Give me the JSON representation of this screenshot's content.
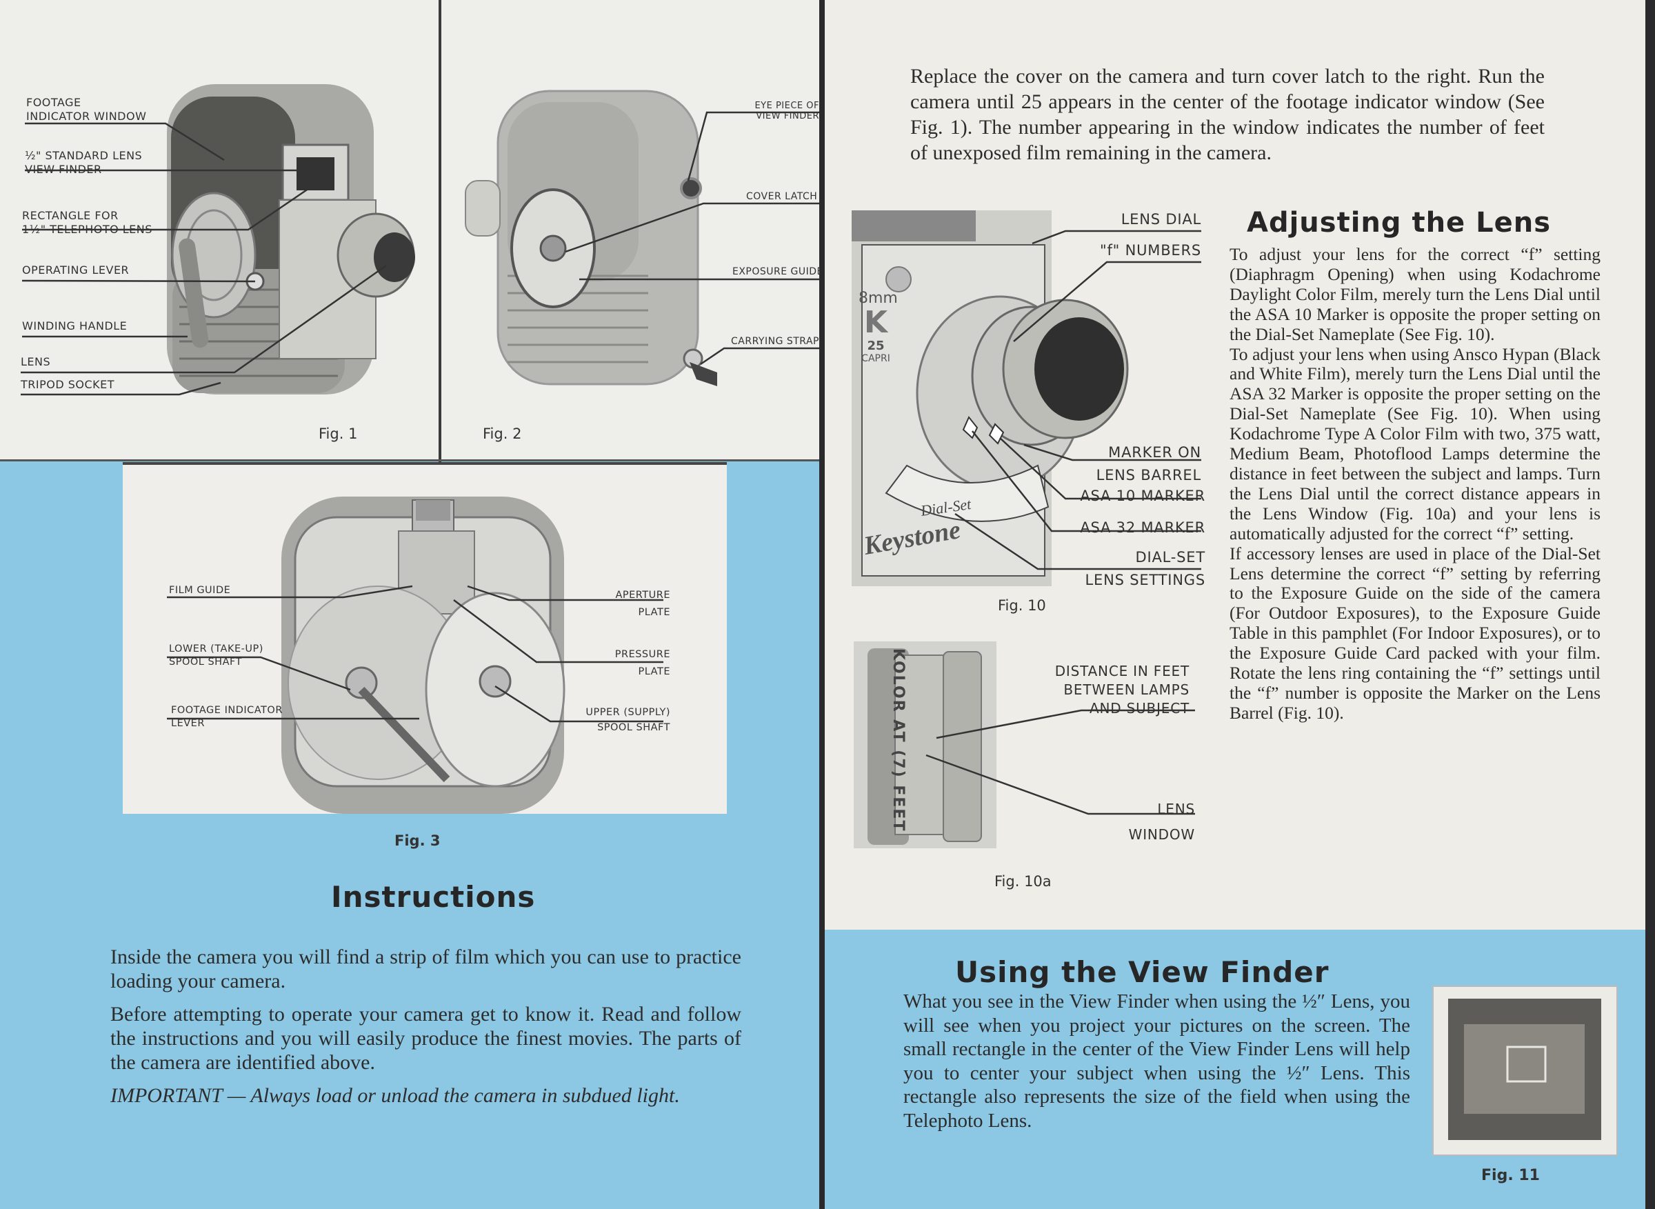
{
  "left_page": {
    "fig1": {
      "caption": "Fig. 1",
      "labels": [
        [
          "FOOTAGE",
          "INDICATOR WINDOW"
        ],
        [
          "½\" STANDARD LENS",
          "VIEW FINDER"
        ],
        [
          "RECTANGLE FOR",
          "1½\" TELEPHOTO LENS"
        ],
        [
          "OPERATING LEVER"
        ],
        [
          "WINDING HANDLE"
        ],
        [
          "LENS"
        ],
        [
          "TRIPOD SOCKET"
        ]
      ]
    },
    "fig2": {
      "caption": "Fig. 2",
      "labels": [
        [
          "EYE PIECE OF",
          "VIEW FINDER"
        ],
        [
          "COVER LATCH"
        ],
        [
          "EXPOSURE GUIDE"
        ],
        [
          "CARRYING STRAP"
        ]
      ]
    },
    "fig3": {
      "caption": "Fig. 3",
      "labels_left": [
        [
          "FILM GUIDE"
        ],
        [
          "LOWER (TAKE-UP)",
          "SPOOL SHAFT"
        ],
        [
          "FOOTAGE INDICATOR",
          "LEVER"
        ]
      ],
      "labels_right": [
        [
          "APERTURE",
          "PLATE"
        ],
        [
          "PRESSURE",
          "PLATE"
        ],
        [
          "UPPER (SUPPLY)",
          "SPOOL SHAFT"
        ]
      ]
    },
    "instructions": {
      "heading": "Instructions",
      "paragraphs": [
        "Inside the camera you will find a strip of film which you can use to practice loading your camera.",
        "Before attempting to operate your camera get to know it. Read and follow the instructions and you will easily produce the finest movies. The parts of the camera are identified above.",
        "IMPORTANT — Always load or unload the camera in subdued light."
      ]
    }
  },
  "right_page": {
    "intro": "Replace the cover on the camera and turn cover latch to the right. Run the camera until 25 appears in the center of the footage indicator window (See Fig. 1). The number appearing in the window indicates the number of feet of unexposed film remaining in the camera.",
    "fig10": {
      "caption": "Fig. 10",
      "plate_text": [
        "8mm",
        "K",
        "25",
        "CAPRI"
      ],
      "brand": "Keystone",
      "dial_set": "Dial-Set",
      "labels": [
        [
          "LENS DIAL"
        ],
        [
          "\"f\" NUMBERS"
        ],
        [
          "MARKER ON",
          "LENS BARREL"
        ],
        [
          "ASA 10 MARKER"
        ],
        [
          "ASA 32 MARKER"
        ],
        [
          "DIAL-SET",
          "LENS SETTINGS"
        ]
      ]
    },
    "fig10a": {
      "caption": "Fig. 10a",
      "lens_text": "KOLOR AT (7) FEET",
      "labels": [
        [
          "DISTANCE IN FEET",
          "BETWEEN LAMPS",
          "AND SUBJECT"
        ],
        [
          "LENS",
          "WINDOW"
        ]
      ]
    },
    "adjusting": {
      "heading": "Adjusting the Lens",
      "paragraphs": [
        "To adjust your lens for the correct “f” setting (Diaphragm Opening) when using Kodachrome Daylight Color Film, merely turn the Lens Dial until the ASA 10 Marker is opposite the proper setting on the Dial-Set Nameplate (See Fig. 10).",
        "To adjust your lens when using Ansco Hypan (Black and White Film), merely turn the Lens Dial until the ASA 32 Marker is opposite the proper setting on the Dial-Set Nameplate (See Fig. 10). When using Kodachrome Type A Color Film with two, 375 watt, Medium Beam, Photoflood Lamps determine the distance in feet between the subject and lamps. Turn the Lens Dial until the correct distance appears in the Lens Window (Fig. 10a) and your lens is automatically adjusted for the correct “f” setting.",
        "If accessory lenses are used in place of the Dial-Set Lens determine the correct “f” setting by referring to the Exposure Guide on the side of the camera (For Outdoor Exposures), to the Exposure Guide Table in this pamphlet (For Indoor Exposures), or to the Exposure Guide Card packed with your film. Rotate the lens ring containing the “f” settings until the “f” number is opposite the Marker on the Lens Barrel (Fig. 10)."
      ]
    },
    "view_finder": {
      "heading": "Using the View Finder",
      "text": "What you see in the View Finder when using the ½″ Lens, you will see when you project your pictures on the screen. The small rectangle in the center of the View Finder Lens will help you to center your subject when using the ½″ Lens. This rectangle also represents the size of the field when using the Telephoto Lens."
    },
    "fig11": {
      "caption": "Fig. 11"
    }
  }
}
